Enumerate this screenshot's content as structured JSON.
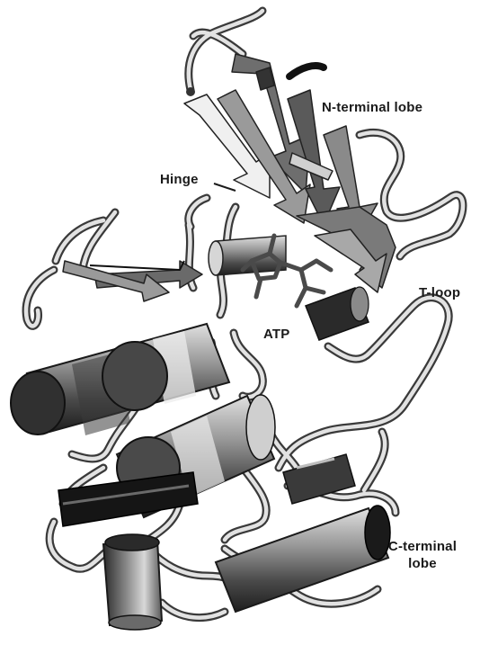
{
  "labels": {
    "n_terminal_lobe": "N-terminal lobe",
    "hinge": "Hinge",
    "t_loop": "T-loop",
    "atp": "ATP",
    "c_terminal_lobe_line1": "C-terminal",
    "c_terminal_lobe_line2": "lobe"
  },
  "colors": {
    "coil_outline": "#3a3a3a",
    "coil_fill": "#d8d8d8",
    "helix_dark": "#2a2a2a",
    "helix_mid": "#7a7a7a",
    "helix_light": "#cfcfcf",
    "sheet_dark": "#4a4a4a",
    "sheet_mid": "#8c8c8c",
    "sheet_light": "#e6e6e6",
    "ligand": "#5a5a5a"
  }
}
